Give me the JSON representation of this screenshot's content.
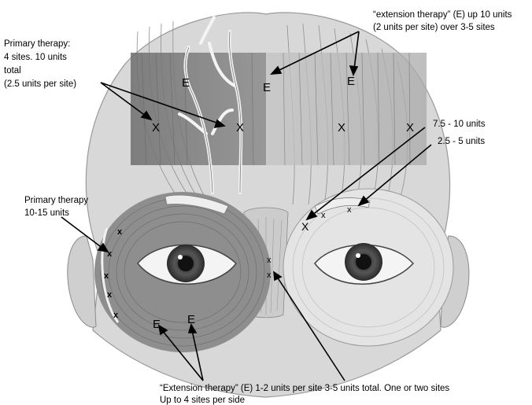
{
  "annotations": {
    "primary_forehead": {
      "lines": [
        "Primary therapy:",
        "4 sites. 10 units",
        "total",
        "(2.5 units per site)"
      ]
    },
    "extension_forehead": {
      "lines": [
        "“extension therapy” (E) up 10 units",
        "(2 units per site) over 3-5 sites"
      ]
    },
    "brow_high_dose": "7.5 - 10 units",
    "brow_low_dose": "2.5 - 5 units",
    "primary_orbicularis": {
      "lines": [
        "Primary therapy",
        "10-15 units"
      ]
    },
    "extension_bottom": {
      "lines": [
        "“Extension therapy” (E) 1-2 units per site  3-5 units total.  One or two sites",
        "Up to 4 sites per side"
      ]
    }
  },
  "markers": {
    "extension": "E",
    "primary": "X",
    "small": "x"
  }
}
